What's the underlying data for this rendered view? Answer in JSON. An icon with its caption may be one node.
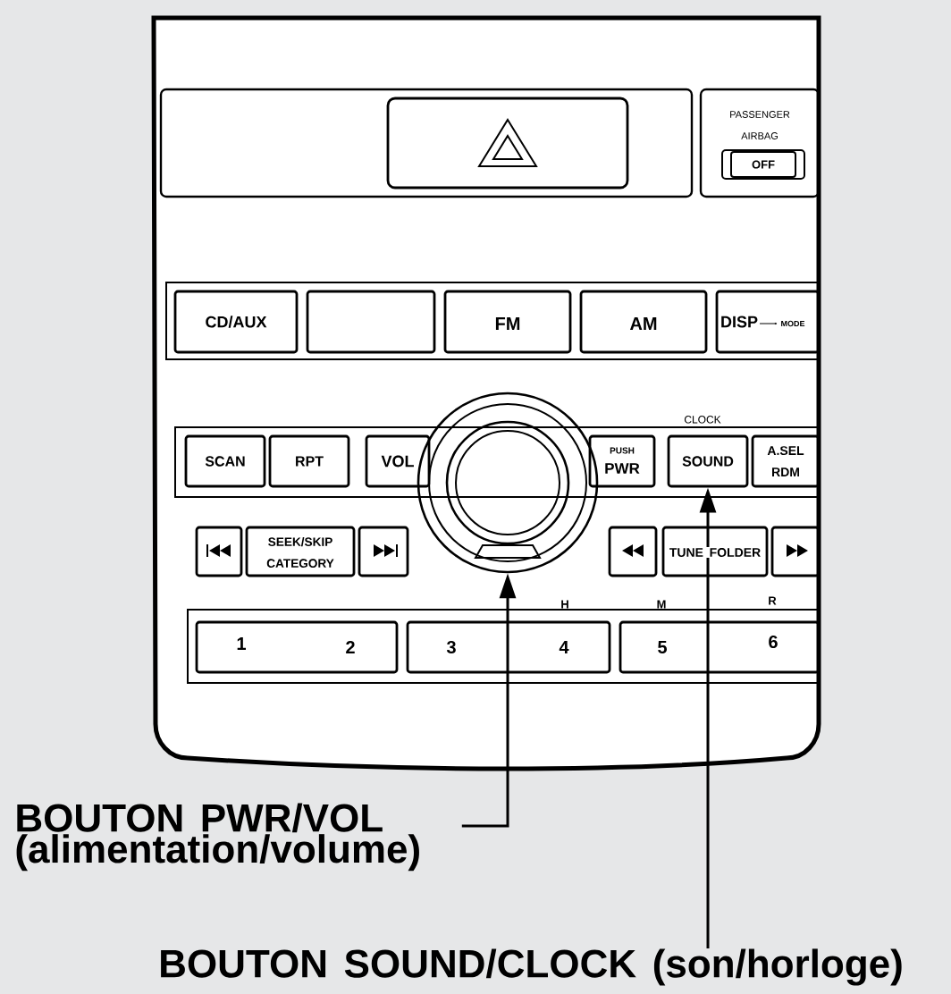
{
  "diagram": {
    "nodes": [
      {
        "text": [],
        "shape": "box"
      },
      {
        "text": [
          "OFF"
        ]
      },
      {
        "text": [
          "CD/AUX"
        ]
      },
      {
        "text": [],
        "shape": "box"
      },
      {
        "text": [
          "FM"
        ]
      },
      {
        "text": [
          "AM"
        ]
      },
      {
        "text": [
          "DISP",
          "MODE"
        ]
      },
      {
        "text": [
          "SCAN"
        ]
      },
      {
        "text": [
          "RPT"
        ]
      },
      {
        "text": [
          "VOL"
        ]
      },
      {
        "text": [],
        "shape": "circle"
      },
      {
        "text": [
          "PUSH",
          "PWR"
        ]
      },
      {
        "text": [
          "SOUND"
        ],
        "beside": [
          "CLOCK"
        ]
      },
      {
        "text": [
          "A.SEL RDM"
        ]
      },
      {
        "text": [],
        "shape": "box"
      },
      {
        "text": [
          "SEEK/SKIP CATEGORY"
        ]
      },
      {
        "text": [],
        "shape": "box"
      },
      {
        "text": [],
        "shape": "box"
      },
      {
        "text": [
          "TUNE FOLDER"
        ]
      },
      {
        "text": [],
        "shape": "box"
      },
      {
        "text": [
          "1",
          "2"
        ]
      },
      {
        "text": [
          "3",
          "4"
        ]
      },
      {
        "text": [
          "5",
          "6"
        ]
      },
      {
        "text": [
          "BOUTON PWR/VOL (alimentation/volume)"
        ]
      },
      {
        "text": [
          "BOUTON SOUND/CLOCK (son/horloge)"
        ]
      }
    ],
    "edges": [
      {
        "from": 23,
        "to": 10,
        "arrow": "to"
      },
      {
        "from": 24,
        "to": 12,
        "arrow": "to"
      }
    ],
    "labels": [
      "PASSENGER AIRBAG",
      "H",
      "M",
      "R"
    ]
  }
}
